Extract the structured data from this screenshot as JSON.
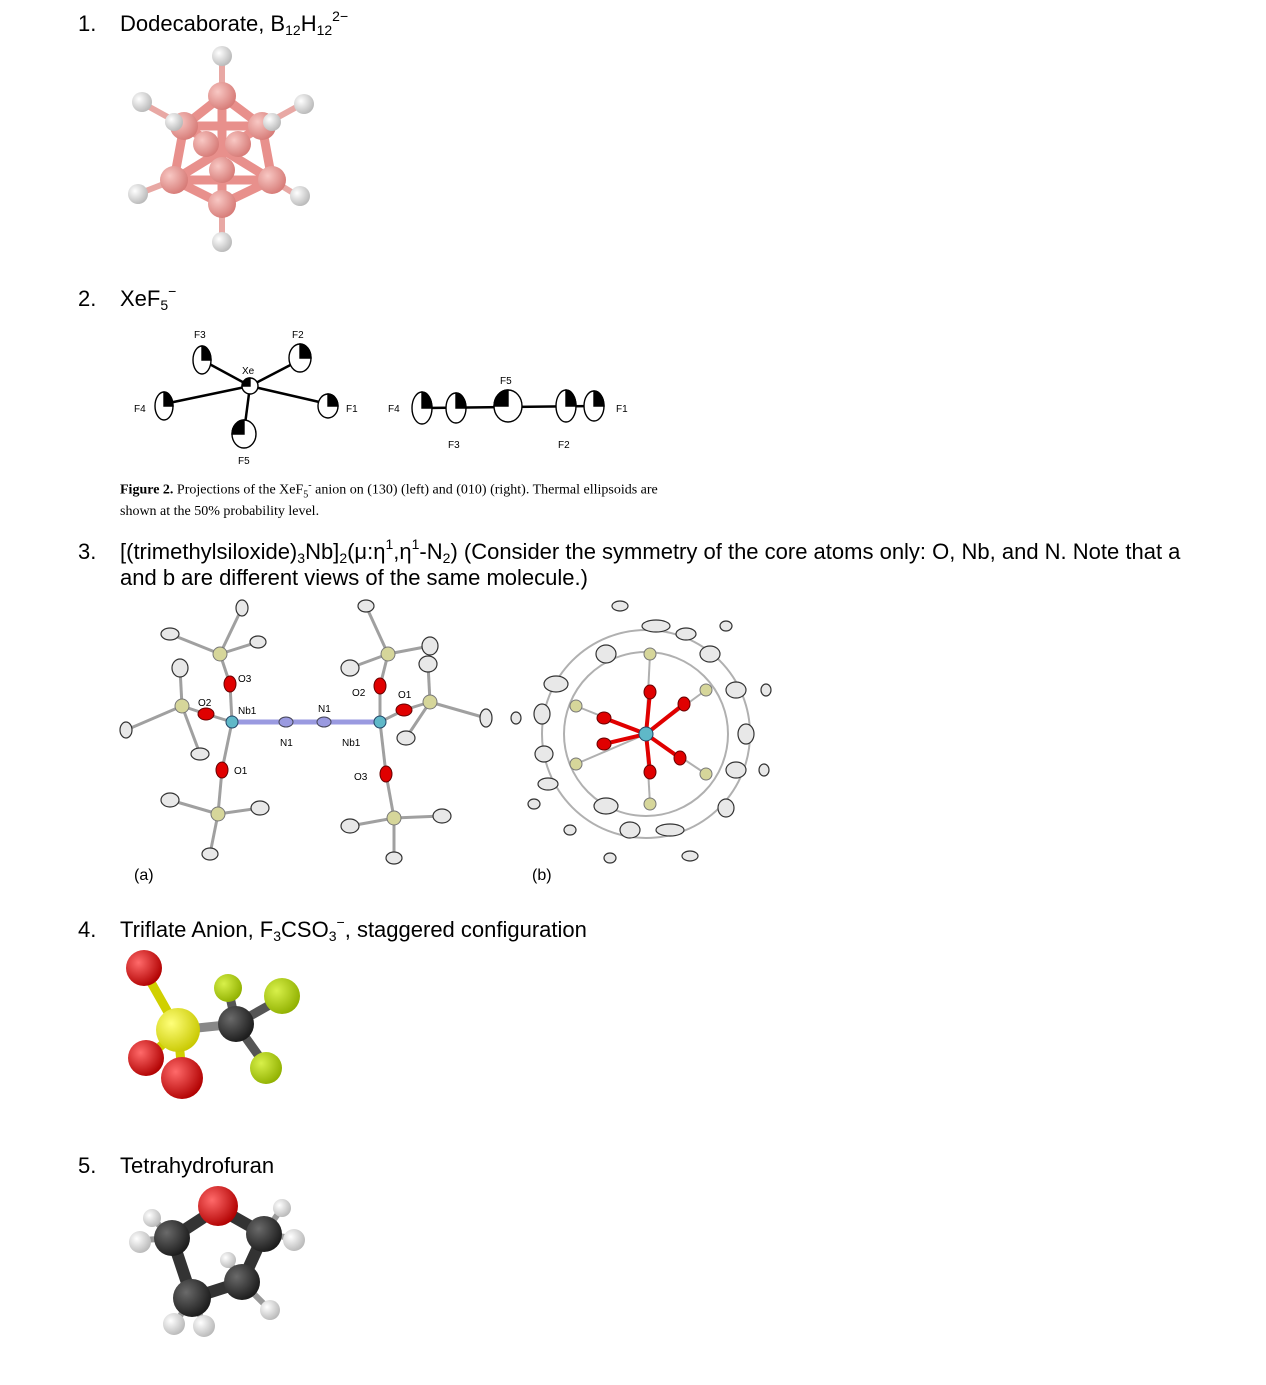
{
  "items": [
    {
      "number": "1.",
      "name": "Dodecaborate, B",
      "name_parts": [
        "Dodecaborate, B",
        "12",
        "H",
        "12",
        "2−"
      ]
    },
    {
      "number": "2.",
      "name_parts": [
        "XeF",
        "5",
        "−"
      ],
      "figure_caption": {
        "label": "Figure 2.",
        "text_a": "  Projections of the XeF",
        "sub": "5",
        "sup": "-",
        "text_b": " anion on (130) (left) and (010) (right).  Thermal ellipsoids are shown at the 50% probability level."
      },
      "atom_labels_left": [
        "F3",
        "F2",
        "Xe",
        "F4",
        "F1",
        "F5"
      ],
      "atom_labels_right": [
        "F4",
        "F5",
        "F1",
        "F3",
        "F2"
      ]
    },
    {
      "number": "3.",
      "name_parts": [
        "[(trimethylsiloxide)",
        "3",
        "Nb]",
        "2",
        "(μ:η",
        "1",
        ",η",
        "1",
        "-N",
        "2",
        ") (Consider the symmetry of the core atoms only: O, Nb, and N. Note that a and b are different views of the same molecule.)"
      ],
      "panel_a_label": "(a)",
      "panel_b_label": "(b)",
      "atom_labels_a": [
        "O3",
        "O2",
        "Nb1",
        "N1",
        "N1",
        "Nb1",
        "O2",
        "O1",
        "O1",
        "O3"
      ]
    },
    {
      "number": "4.",
      "name_parts": [
        "Triflate Anion, F",
        "3",
        "CSO",
        "3",
        "−",
        ", staggered configuration"
      ]
    },
    {
      "number": "5.",
      "name_parts": [
        "Tetrahydrofuran"
      ]
    }
  ],
  "colors": {
    "boron": "#e8908c",
    "hydrogen": "#e6e6e6",
    "oxygen": "#e00000",
    "sulfur": "#e6e600",
    "fluorine": "#b4d200",
    "carbon": "#333333",
    "niobium": "#5fb8c8",
    "nitrogen": "#9a9ae0",
    "silicon": "#d6d69a"
  }
}
